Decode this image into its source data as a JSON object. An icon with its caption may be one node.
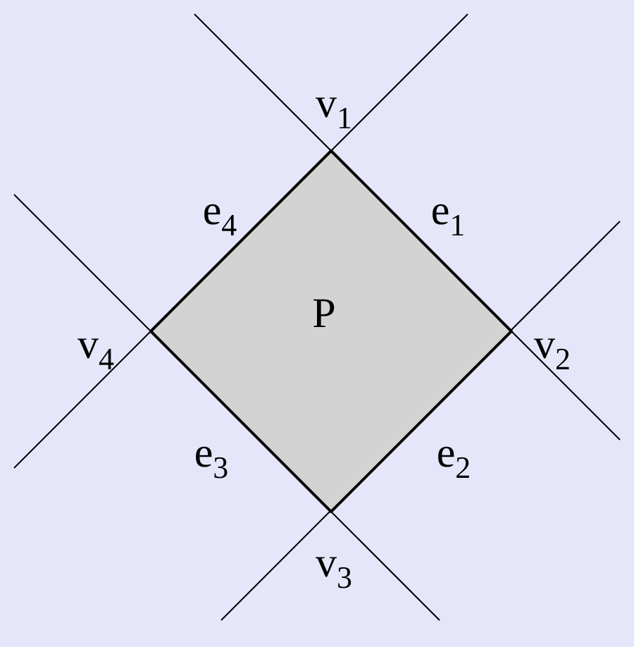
{
  "diagram": {
    "nodes": [
      {
        "text": [
          "P"
        ]
      }
    ],
    "edges": [],
    "labels": [
      "v$_{1}$",
      "e$_{4}$",
      "e$_{1}$",
      "v$_{4}$",
      "v$_{2}$",
      "e$_{3}$",
      "e$_{2}$",
      "v$_{3}$"
    ]
  }
}
